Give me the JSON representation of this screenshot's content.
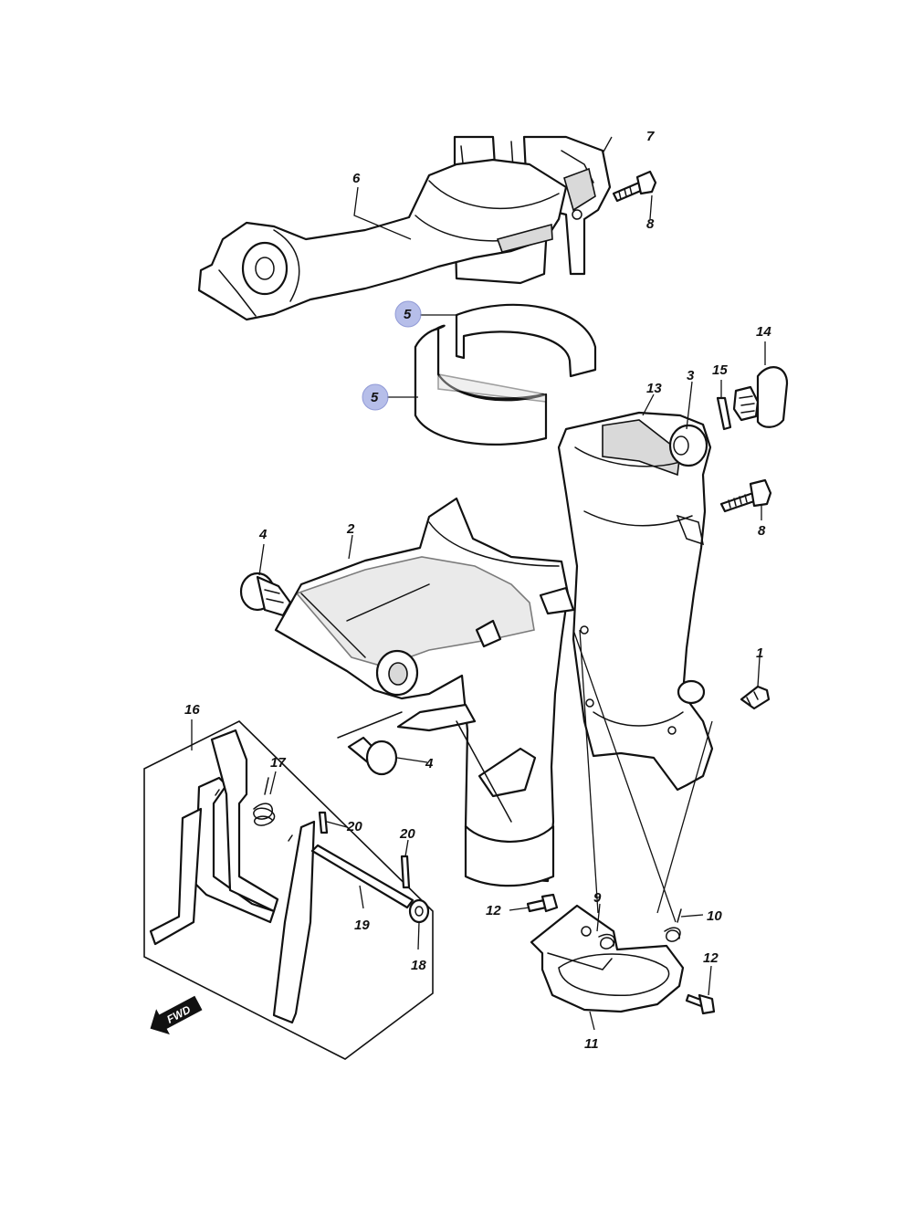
{
  "diagram": {
    "callouts": {
      "c7": "7",
      "c6": "6",
      "c8a": "8",
      "c5a": "5",
      "c5b": "5",
      "c14": "14",
      "c15": "15",
      "c3": "3",
      "c13": "13",
      "c8b": "8",
      "c4a": "4",
      "c2": "2",
      "c1": "1",
      "c16": "16",
      "c17": "17",
      "c4b": "4",
      "c20a": "20",
      "c20b": "20",
      "c19": "19",
      "c18": "18",
      "c12a": "12",
      "c9": "9",
      "c10": "10",
      "c12b": "12",
      "c11": "11"
    },
    "highlighted": [
      "5"
    ],
    "highlight_color": "#aab3e6",
    "direction_badge": "FWD"
  }
}
